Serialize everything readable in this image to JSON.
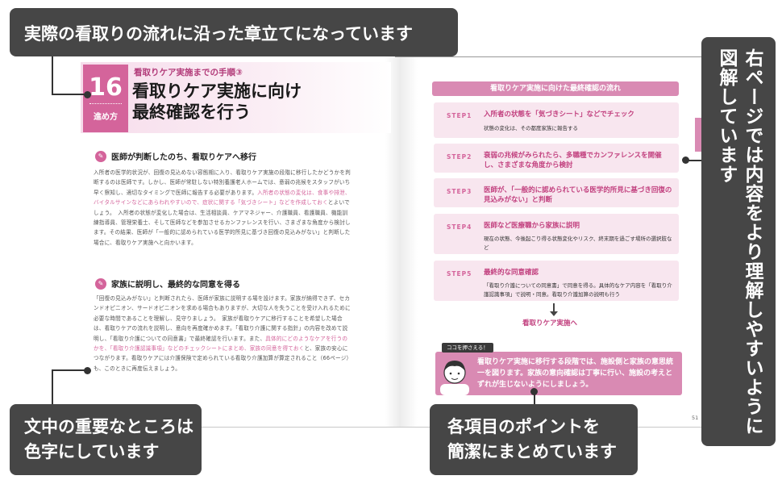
{
  "callouts": {
    "top": "実際の看取りの流れに沿った章立てになっています",
    "bottom_left_1": "文中の重要なところは",
    "bottom_left_2": "色字にしています",
    "bottom_mid_1": "各項目のポイントを",
    "bottom_mid_2": "簡潔にまとめています",
    "right_1": "右ページでは内容をより理解しやすいように",
    "right_2": "図解しています"
  },
  "chapter": {
    "number": "16",
    "sub": "進め方",
    "small_title": "看取りケア実施までの手順③",
    "title_1": "看取りケア実施に向け",
    "title_2": "最終確認を行う"
  },
  "sections": [
    {
      "heading": "医師が判断したのち、看取りケアへ移行",
      "text_a": "入所者の医学的状況が、回復の見込めない容態期に入り、看取りケア実施の段階に移行したかどうかを判断するのは医師です。しかし、医師が常駐しない特別養護老人ホームでは、意弱の兆候をスタッフがいち早く察知し、適切なタイミングで医師に報告する必要があります。",
      "text_pink": "入所者の状態の変化は、食事や排泄、バイタルサインなどにあらわれやすいので、症状に関する「気づきシート」などを作成しておく",
      "text_b": "とよいでしょう。　入所者の状態が変化した場合は、生活相談員、ケアマネジャー、介護職員、看護職員、機能訓練指導員、管理栄養士、そして医師などを参加させるカンファレンスを行い、さまざまな角度から検討します。その結果、医師が「一般的に認められている医学的所見に基づき回復の見込みがない」と判断した場合に、看取りケア実施へと向かいます。"
    },
    {
      "heading": "家族に説明し、最終的な同意を得る",
      "text_a": "「回復の見込みがない」と判断されたら、医師が家族に説明する場を設けます。家族が納得できず、セカンドオピニオン、サードオピニオンを求める場合もありますが、大切な人を失うことを受け入れるために必要な時間であることを理解し、見守りましょう。　家族が看取りケアに移行することを希望した場合は、看取りケアの流れを説明し、意向を再度確かめます。「看取り介護に関する指針」の内容を改めて説明し、「看取り介護についての同意書」で最終確認を行います。また、",
      "text_pink": "具体的にどのようなケアを行うのかを、「看取り介護認識事項」などのチェックシートにまとめ、家族の同意を得ておく",
      "text_b": "と、家族の安心につながります。看取りケアには介護保険で定められている看取り介護加算が算定されること（66ページ）も、このときに再度伝えましょう。"
    }
  ],
  "flow": {
    "title": "看取りケア実施に向けた最終確認の流れ",
    "steps": [
      {
        "label": "STEP1",
        "title": "入所者の状態を「気づきシート」などでチェック",
        "desc": "状態の変化は、その都度家族に報告する"
      },
      {
        "label": "STEP2",
        "title": "衰弱の兆候がみられたら、多職種でカンファレンスを開催し、さまざまな角度から検討",
        "desc": ""
      },
      {
        "label": "STEP3",
        "title": "医師が、「一般的に認められている医学的所見に基づき回復の見込みがない」と判断",
        "desc": ""
      },
      {
        "label": "STEP4",
        "title": "医師など医療職から家族に説明",
        "desc": "現在の状態、今後起こり得る状態変化やリスク、終末期を過ごす場所の選択肢など"
      },
      {
        "label": "STEP5",
        "title": "最終的な同意確認",
        "desc": "「看取り介護についての同意書」で同意を得る。具体的なケア内容を「看取り介護認識事項」で説明・同意。看取り介護加算の説明も行う"
      }
    ],
    "result": "看取りケア実施へ"
  },
  "point": {
    "tag": "ココを押さえる！",
    "text": "看取りケア実施に移行する段階では、施設側と家族の意思統一を図ります。家族の意向確認は丁寧に行い、施設の考えとずれが生じないようにしましょう。"
  },
  "page_number": "51",
  "colors": {
    "accent": "#d4649b",
    "callout_bg": "#464646",
    "step_bg": "#f8e6ef"
  }
}
